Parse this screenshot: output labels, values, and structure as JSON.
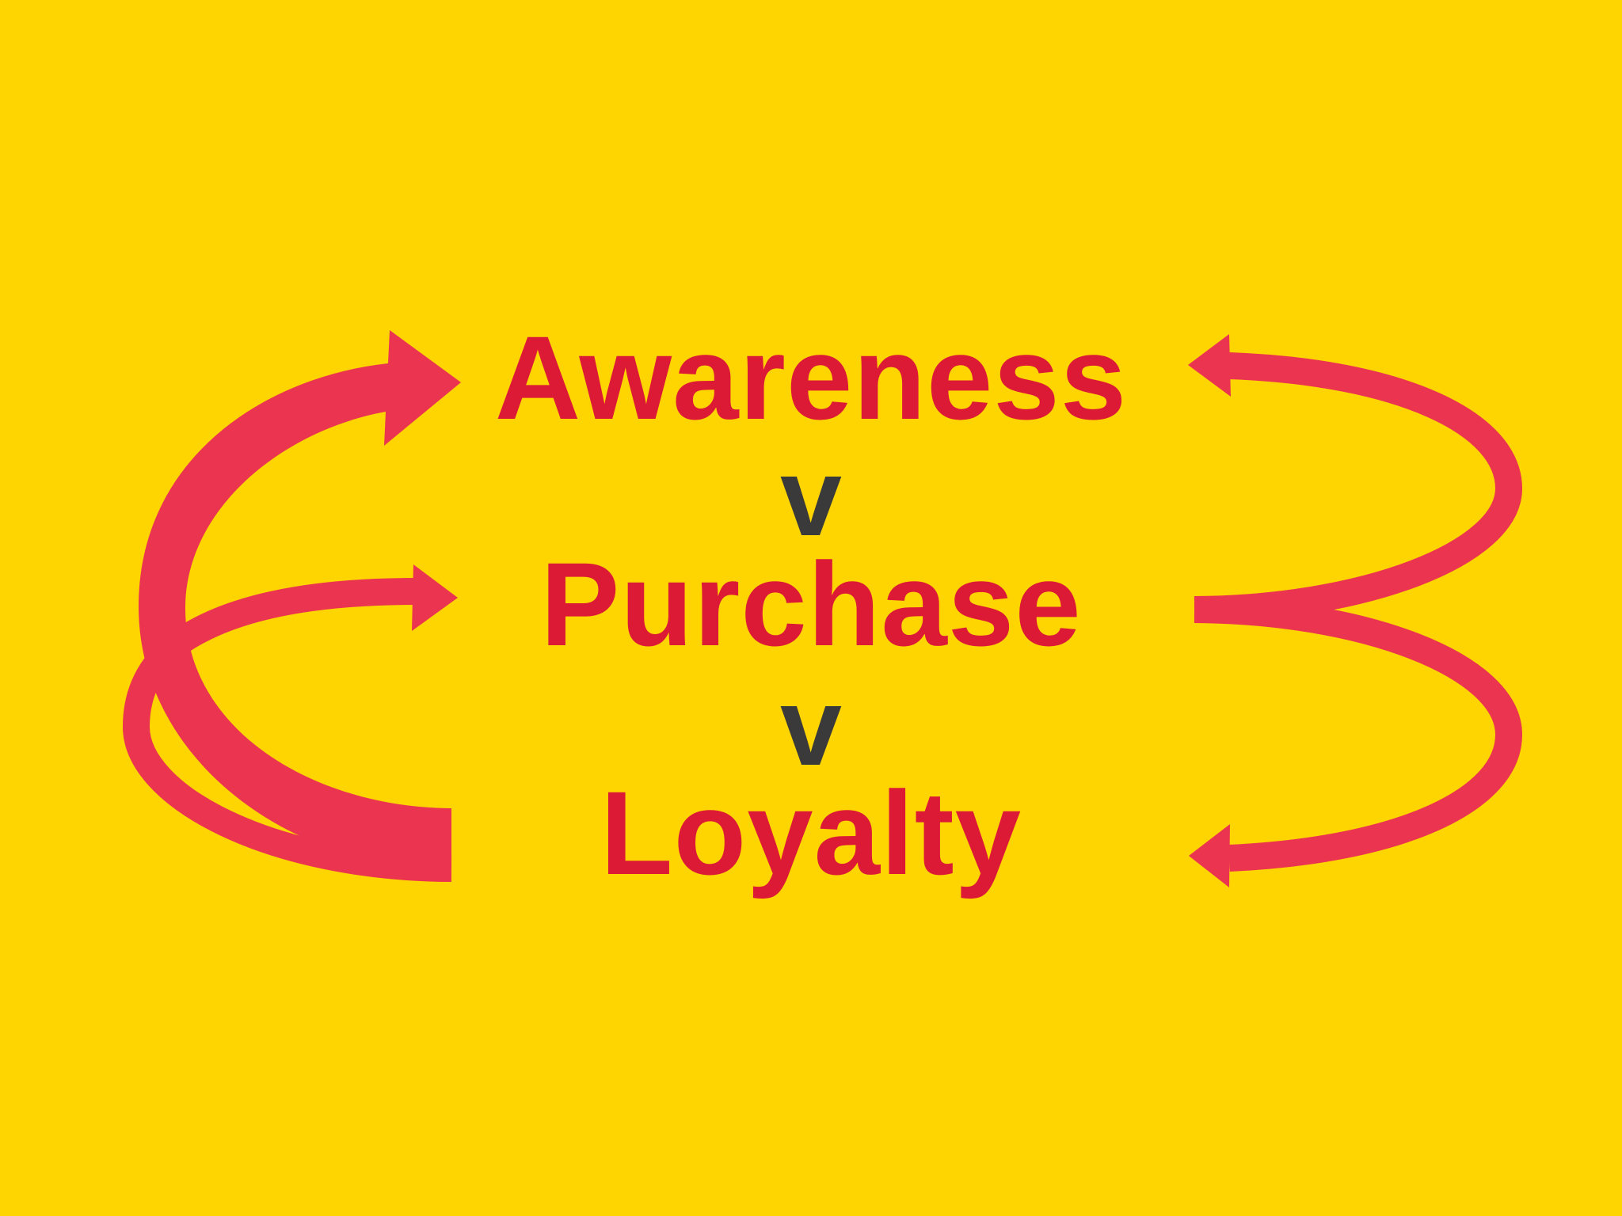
{
  "stages": [
    {
      "label": "Awareness"
    },
    {
      "label": "Purchase"
    },
    {
      "label": "Loyalty"
    }
  ],
  "separators": [
    "v",
    "v"
  ],
  "colors": {
    "background": "#FED501",
    "stage_text": "#DD1A36",
    "separator_text": "#3A3A3A",
    "arrow": "#EB3450"
  }
}
